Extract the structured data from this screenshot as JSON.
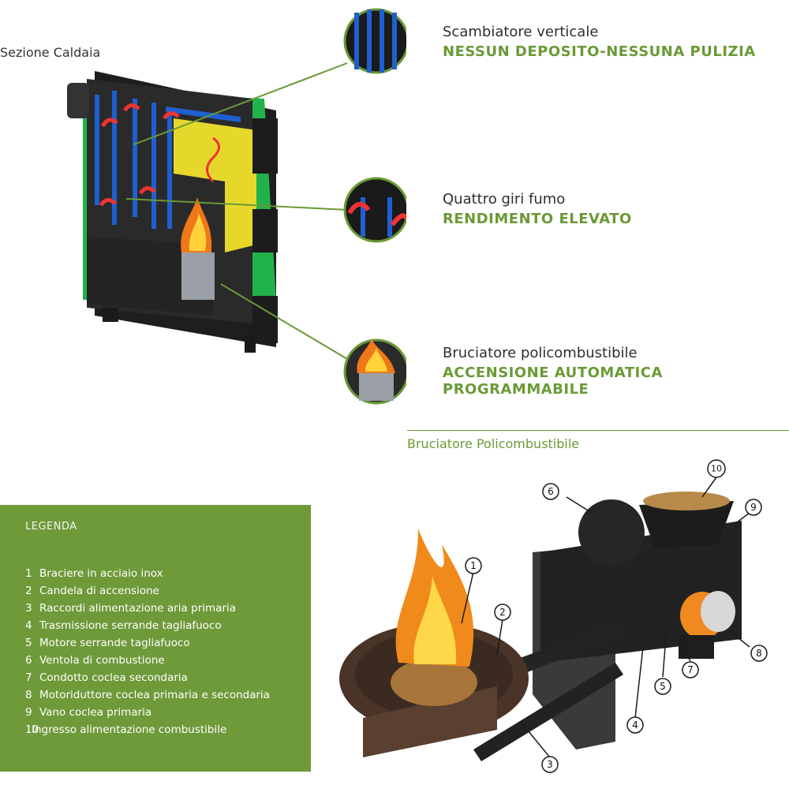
{
  "boiler": {
    "title": "Sezione Caldaia"
  },
  "features": [
    {
      "line1": "Scambiatore verticale",
      "line2": "NESSUN DEPOSITO-NESSUNA PULIZIA",
      "line3": ""
    },
    {
      "line1": "Quattro giri fumo",
      "line2": "RENDIMENTO ELEVATO",
      "line3": ""
    },
    {
      "line1": "Bruciatore policombustibile",
      "line2": "ACCENSIONE AUTOMATICA",
      "line3": "PROGRAMMABILE"
    }
  ],
  "burner": {
    "title": "Bruciatore Policombustibile"
  },
  "legend": {
    "title": "LEGENDA",
    "items": [
      {
        "num": "1",
        "text": "Braciere in acciaio inox"
      },
      {
        "num": "2",
        "text": "Candela di accensione"
      },
      {
        "num": "3",
        "text": "Raccordi alimentazione aria primaria"
      },
      {
        "num": "4",
        "text": "Trasmissione serrande tagliafuoco"
      },
      {
        "num": "5",
        "text": "Motore serrande tagliafuoco"
      },
      {
        "num": "6",
        "text": "Ventola di combustione"
      },
      {
        "num": "7",
        "text": "Condotto coclea secondaria"
      },
      {
        "num": "8",
        "text": "Motoriduttore coclea primaria e secondaria"
      },
      {
        "num": "9",
        "text": "Vano coclea primaria"
      },
      {
        "num": "10",
        "text": "Ingresso alimentazione combustibile"
      }
    ]
  },
  "callouts": [
    "1",
    "2",
    "3",
    "4",
    "5",
    "6",
    "7",
    "8",
    "9",
    "10"
  ],
  "colors": {
    "accent": "#6a9a36",
    "legend_bg": "#6e9a3a",
    "insulation": "#22b24c",
    "water": "#1f5fd0",
    "chamber": "#e8dc2a",
    "body": "#2a2a2a"
  }
}
